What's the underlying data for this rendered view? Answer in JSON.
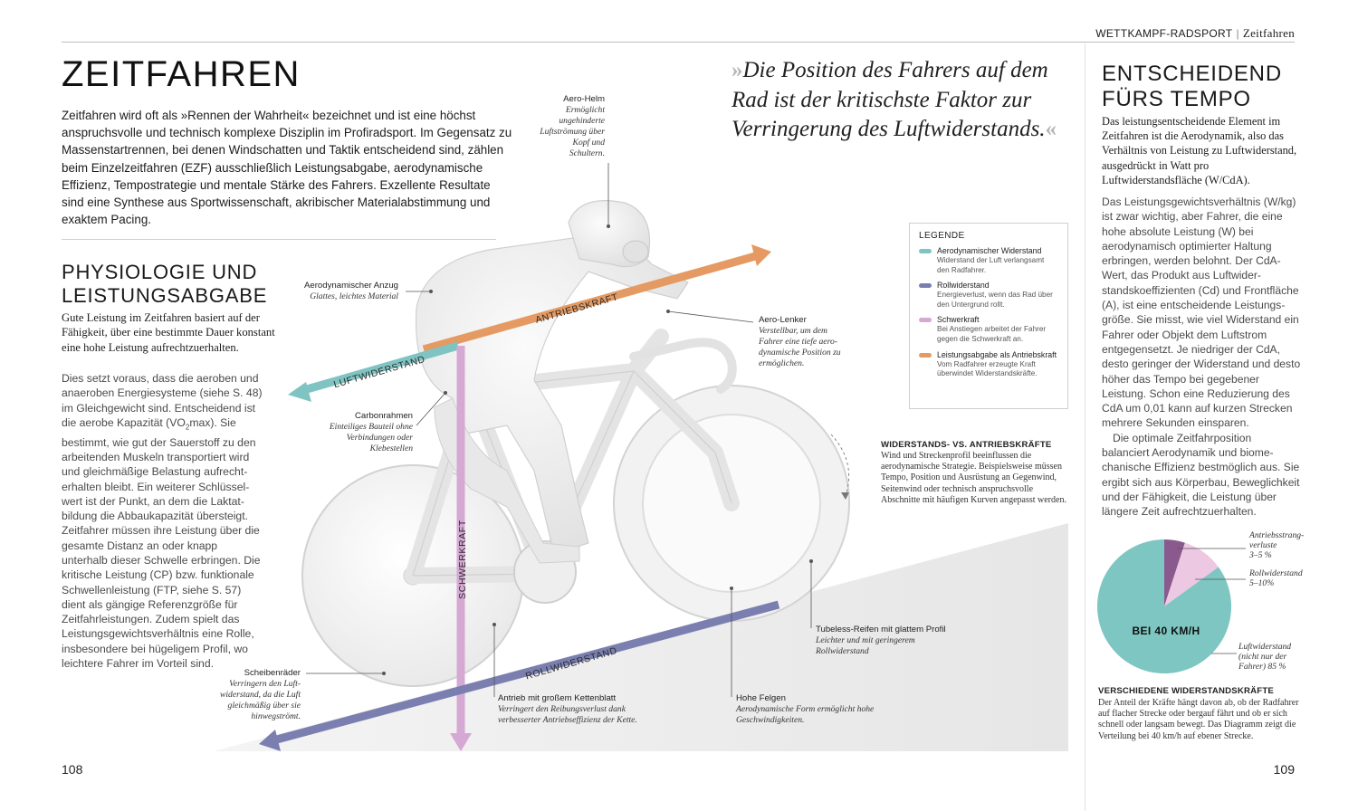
{
  "header": {
    "section": "WETTKAMPF-RADSPORT",
    "subsection": "Zeitfahren"
  },
  "main": {
    "title": "ZEITFAHREN",
    "intro": "Zeitfahren wird oft als »Rennen der Wahrheit« bezeichnet und ist eine höchst anspruchsvolle und technisch komplexe Disziplin im Profiradsport. Im Gegensatz zu Massenstartrennen, bei denen Windschatten und Taktik entscheidend sind, zählen beim Einzelzeitfahren (EZF) ausschließlich Leis­tungsabgabe, aerodynamische Effizienz, Tempostrategie und mentale Stärke des Fahrers. Exzellente Resultate sind eine Synthese aus Sportwissenschaft, akribischer Materialabstimmung und exaktem Pacing.",
    "quote_open": "»",
    "quote": "Die Position des Fahrers auf dem Rad ist der kritischste Faktor zur Verringerung des Luftwiderstands.",
    "quote_close": "«"
  },
  "physiology": {
    "title_line1": "PHYSIOLOGIE UND",
    "title_line2": "LEISTUNGSABGABE",
    "lead": "Gute Leistung im Zeitfahren basiert auf der Fähigkeit, über eine bestimmte Dauer kons­tant eine hohe Leistung aufrechtzuerhalten.",
    "body_pre": "Dies setzt voraus, dass die aeroben und anaeroben Energiesysteme (siehe S. 48) im Gleichgewicht sind. Entscheidend ist die aerobe Kapazität (VO",
    "body_sub": "2",
    "body_post": "max). Sie bestimmt, wie gut der Sauerstoff zu den arbeitenden Muskeln transportiert wird und gleichmäßige Belastung aufrecht­erhalten bleibt. Ein weiterer Schlüssel­wert ist der Punkt, an dem die Laktat­bildung die Abbaukapazität übersteigt. Zeitfahrer müssen ihre Leistung über die gesamte Distanz an oder knapp unterhalb dieser Schwelle erbringen. Die kritische Leistung (CP) bzw. funk­tionale Schwellenleistung (FTP, siehe S. 57) dient als gängige Referenzgröße für Zeitfahrleistungen. Zudem spielt das Leistungsgewichtsverhältnis eine Rolle, insbesondere bei hügeligem Profil, wo leichtere Fahrer im Vorteil sind."
  },
  "callouts": {
    "helmet": {
      "title": "Aero-Helm",
      "text": "Ermöglicht ungehinderte Luftströmung über Kopf und Schultern."
    },
    "suit": {
      "title": "Aerodynamischer Anzug",
      "text": "Glattes, leichtes Material"
    },
    "handlebar": {
      "title": "Aero-Lenker",
      "text": "Verstellbar, um dem Fahrer eine tiefe aero­dynamische Position zu ermöglichen."
    },
    "frame": {
      "title": "Carbonrahmen",
      "text": "Einteiliges Bauteil ohne Verbindungen oder Klebestellen"
    },
    "disc": {
      "title": "Scheibenräder",
      "text": "Verringern den Luft­widerstand, da die Luft gleichmäßig über sie hinwegströmt."
    },
    "drive": {
      "title": "Antrieb mit großem Kettenblatt",
      "text": "Verringert den Reibungsverlust dank verbesserter Antriebseffizienz der Kette."
    },
    "rims": {
      "title": "Hohe Felgen",
      "text": "Aerodynamische Form ermöglicht hohe Geschwindigkeiten."
    },
    "tyres": {
      "title": "Tubeless-Reifen mit glattem Profil",
      "text": "Leichter und mit geringerem Rollwiderstand"
    }
  },
  "forces": {
    "drag": "LUFTWIDERSTAND",
    "drive": "ANTRIEBSKRAFT",
    "gravity": "SCHWERKRAFT",
    "rolling": "ROLLWIDERSTAND"
  },
  "colors": {
    "drag": "#7fc4c2",
    "rolling": "#7a7fb0",
    "gravity": "#d6a8d4",
    "drive": "#e49a62",
    "pie_air": "#7dc6c2",
    "pie_roll": "#edc8e2",
    "pie_drive": "#8a5a8e"
  },
  "legend": {
    "heading": "LEGENDE",
    "items": [
      {
        "name": "Aerodynamischer Widerstand",
        "desc": "Widerstand der Luft verlang­samt den Radfahrer.",
        "color": "#7fc4c2"
      },
      {
        "name": "Rollwiderstand",
        "desc": "Energieverlust, wenn das Rad über den Untergrund rollt.",
        "color": "#7a7fb0"
      },
      {
        "name": "Schwerkraft",
        "desc": "Bei Anstiegen arbeitet der Fah­rer gegen die Schwerkraft an.",
        "color": "#d6a8d4"
      },
      {
        "name": "Leistungsabgabe als Antriebskraft",
        "desc": "Vom Radfahrer erzeugte Kraft überwindet Widerstandskräfte.",
        "color": "#e49a62"
      }
    ]
  },
  "resist_vs_drive": {
    "title": "WIDERSTANDS- VS. ANTRIEBSKRÄFTE",
    "text": "Wind und Streckenprofil beeinflussen die aerodynamische Strategie. Beispielsweise müssen Tempo, Position und Ausrüstung an Gegenwind, Seitenwind oder technisch anspruchsvolle Abschnitte mit häufigen Kurven angepasst werden."
  },
  "right": {
    "title_line1": "ENTSCHEIDEND",
    "title_line2": "FÜRS TEMPO",
    "lead": "Das leistungsentscheidende Element im Zeitfahren ist die Aerodynamik, also das Verhältnis von Leistung zu Luftwiderstand, ausgedrückt in Watt pro Luftwiderstandsfläche (W/CdA).",
    "body1": "Das Leistungsgewichtsverhältnis (W/kg) ist zwar wichtig, aber Fahrer, die eine hohe absolute Leistung (W) bei aerodynamisch optimierter Hal­tung erbringen, werden belohnt. Der CdA-Wert, das Produkt aus Luftwider­standskoeffizienten (Cd) und Front­fläche (A), ist eine entscheidende Leistungs­größe. Sie misst, wie viel Widerstand ein Fahrer oder Objekt dem Luftstrom entgegensetzt. Je niedriger der CdA, desto geringer der Widerstand und desto höher das Tempo bei gegebener Leistung. Schon eine Reduzierung des CdA um 0,01 kann auf kurzen Strecken mehrere Sekunden einsparen.",
    "body2": "Die optimale Zeitfahrposition balanciert Aerodynamik und biome­chanische Effizienz bestmöglich aus. Sie ergibt sich aus Körperbau, Beweg­lichkeit und der Fähigkeit, die Leistung über längere Zeit aufrechtzuerhalten."
  },
  "chart_data": {
    "type": "pie",
    "title": "BEI 40 KM/H",
    "slices": [
      {
        "label": "Luftwiderstand (nicht nur der Fahrer)",
        "value": 85,
        "display": "85 %",
        "color": "#7dc6c2"
      },
      {
        "label": "Rollwiderstand",
        "value": 10,
        "display": "5–10%",
        "color": "#edc8e2"
      },
      {
        "label": "Antriebsstrang­verluste",
        "value": 5,
        "display": "3–5 %",
        "color": "#8a5a8e"
      }
    ],
    "labels": {
      "drive_name": "Antriebsstrang­verluste",
      "drive_val": "3–5 %",
      "roll_name": "Rollwiderstand",
      "roll_val": "5–10%",
      "air_name": "Luftwiderstand",
      "air_note": "(nicht nur der",
      "air_val": "Fahrer) 85 %"
    }
  },
  "diagram_caption": {
    "title": "VERSCHIEDENE WIDERSTANDSKRÄFTE",
    "text": "Der Anteil der Kräfte hängt davon ab, ob der Radfahrer auf flacher Strecke oder bergauf fährt und ob er sich schnell oder langsam bewegt. Das Diagramm zeigt die Verteilung bei 40 km/h auf ebener Strecke."
  },
  "pages": {
    "left": "108",
    "right": "109"
  }
}
